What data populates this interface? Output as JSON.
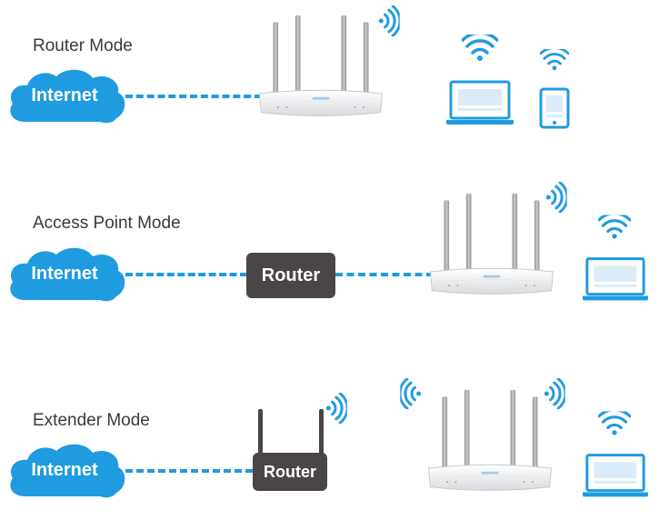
{
  "modes": [
    {
      "label": "Router Mode",
      "cloud_label": "Internet"
    },
    {
      "label": "Access Point Mode",
      "cloud_label": "Internet",
      "router_label": "Router"
    },
    {
      "label": "Extender Mode",
      "cloud_label": "Internet",
      "router_label": "Router"
    }
  ],
  "colors": {
    "link_blue": "#1f9be0",
    "cloud_blue": "#1f9be0",
    "router_box": "#4a4546",
    "device_outline": "#1f9be0",
    "screen_fill": "#dcebf8"
  },
  "icons": [
    "cloud-icon",
    "wifi-router-icon",
    "wifi-signal-icon",
    "laptop-icon",
    "tablet-icon",
    "basic-router-icon"
  ]
}
